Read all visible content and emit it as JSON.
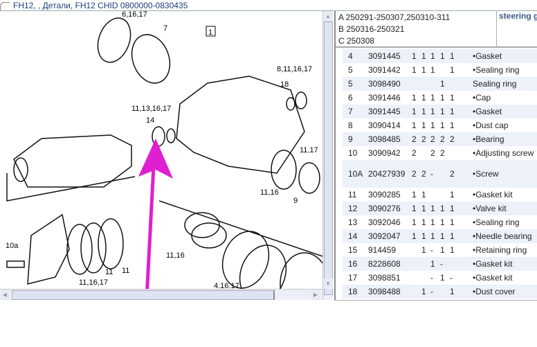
{
  "title": "FH12, , Детали, FH12 CHID 0800000-0830435",
  "diagram": {
    "labels": [
      "6,16,17",
      "7",
      "1",
      "8,11,16,17",
      "18",
      "11,13,16,17",
      "14",
      "11,17",
      "11,16",
      "9",
      "10a",
      "11,16",
      "11,16,17",
      "11",
      "11",
      "4.16.17"
    ],
    "arrow_color": "#e020d0"
  },
  "header": {
    "ranges": [
      "A 250291-250307,250310-311",
      "B 250316-250321",
      "C 250308"
    ],
    "section": "steering g"
  },
  "rows": [
    {
      "no": "4",
      "part": "3091445",
      "q": [
        "1",
        "1",
        "1",
        "1",
        "1"
      ],
      "desc": "•Gasket"
    },
    {
      "no": "5",
      "part": "3091442",
      "q": [
        "1",
        "1",
        "1",
        "",
        "1"
      ],
      "desc": "•Sealing ring"
    },
    {
      "no": "5",
      "part": "3098490",
      "q": [
        "",
        "",
        "",
        "1",
        ""
      ],
      "desc": "Sealing ring"
    },
    {
      "no": "6",
      "part": "3091446",
      "q": [
        "1",
        "1",
        "1",
        "1",
        "1"
      ],
      "desc": "•Cap"
    },
    {
      "no": "7",
      "part": "3091445",
      "q": [
        "1",
        "1",
        "1",
        "1",
        "1"
      ],
      "desc": "•Gasket"
    },
    {
      "no": "8",
      "part": "3090414",
      "q": [
        "1",
        "1",
        "1",
        "1",
        "1"
      ],
      "desc": "•Dust cap"
    },
    {
      "no": "9",
      "part": "3098485",
      "q": [
        "2",
        "2",
        "2",
        "2",
        "2"
      ],
      "desc": "•Bearing"
    },
    {
      "no": "10",
      "part": "3090942",
      "q": [
        "2",
        "",
        "2",
        "2",
        ""
      ],
      "desc": "•Adjusting screw"
    },
    {
      "no": "10A",
      "part": "20427939",
      "q": [
        "2",
        "2",
        "-",
        "",
        "2"
      ],
      "desc": "•Screw",
      "tall": true
    },
    {
      "no": "11",
      "part": "3090285",
      "q": [
        "1",
        "1",
        "",
        "",
        "1"
      ],
      "desc": "•Gasket kit"
    },
    {
      "no": "12",
      "part": "3090276",
      "q": [
        "1",
        "1",
        "1",
        "1",
        "1"
      ],
      "desc": "•Valve kit"
    },
    {
      "no": "13",
      "part": "3092046",
      "q": [
        "1",
        "1",
        "1",
        "1",
        "1"
      ],
      "desc": "•Sealing ring"
    },
    {
      "no": "14",
      "part": "3092047",
      "q": [
        "1",
        "1",
        "1",
        "1",
        "1"
      ],
      "desc": "•Needle bearing"
    },
    {
      "no": "15",
      "part": "914459",
      "q": [
        "",
        "1",
        "-",
        "1",
        "1"
      ],
      "desc": "•Retaining ring"
    },
    {
      "no": "16",
      "part": "8228608",
      "q": [
        "",
        "",
        "1",
        "-",
        ""
      ],
      "desc": "•Gasket kit"
    },
    {
      "no": "17",
      "part": "3098851",
      "q": [
        "",
        "",
        "-",
        "1",
        "-"
      ],
      "desc": "•Gasket kit"
    },
    {
      "no": "18",
      "part": "3098488",
      "q": [
        "",
        "1",
        "-",
        "",
        "1"
      ],
      "desc": "•Dust cover"
    }
  ]
}
